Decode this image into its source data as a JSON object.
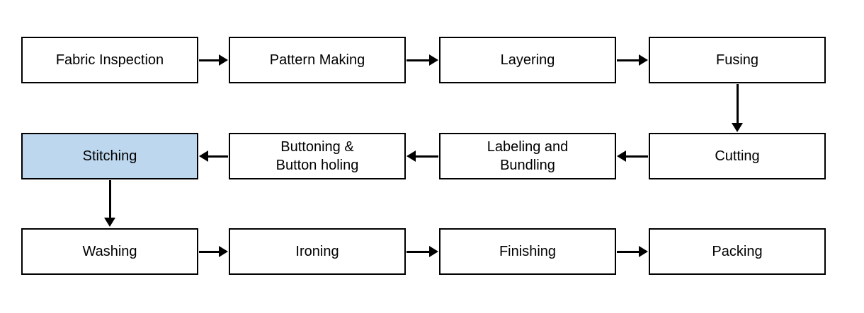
{
  "diagram": {
    "rows": [
      {
        "nodes": [
          {
            "label": "Fabric Inspection"
          },
          {
            "label": "Pattern Making"
          },
          {
            "label": "Layering"
          },
          {
            "label": "Fusing"
          }
        ]
      },
      {
        "nodes": [
          {
            "label": "Stitching",
            "highlighted": true
          },
          {
            "label": "Buttoning &\nButton holing"
          },
          {
            "label": "Labeling and\nBundling"
          },
          {
            "label": "Cutting"
          }
        ]
      },
      {
        "nodes": [
          {
            "label": "Washing"
          },
          {
            "label": "Ironing"
          },
          {
            "label": "Finishing"
          },
          {
            "label": "Packing"
          }
        ]
      }
    ],
    "edges": [
      {
        "from": "Fabric Inspection",
        "to": "Pattern Making",
        "direction": "right"
      },
      {
        "from": "Pattern Making",
        "to": "Layering",
        "direction": "right"
      },
      {
        "from": "Layering",
        "to": "Fusing",
        "direction": "right"
      },
      {
        "from": "Fusing",
        "to": "Cutting",
        "direction": "down"
      },
      {
        "from": "Cutting",
        "to": "Labeling and Bundling",
        "direction": "left"
      },
      {
        "from": "Labeling and Bundling",
        "to": "Buttoning & Button holing",
        "direction": "left"
      },
      {
        "from": "Buttoning & Button holing",
        "to": "Stitching",
        "direction": "left"
      },
      {
        "from": "Stitching",
        "to": "Washing",
        "direction": "down"
      },
      {
        "from": "Washing",
        "to": "Ironing",
        "direction": "right"
      },
      {
        "from": "Ironing",
        "to": "Finishing",
        "direction": "right"
      },
      {
        "from": "Finishing",
        "to": "Packing",
        "direction": "right"
      }
    ],
    "colors": {
      "box_fill": "#ffffff",
      "box_border": "#000000",
      "highlight_fill": "#bdd7ee",
      "arrow": "#000000"
    }
  }
}
